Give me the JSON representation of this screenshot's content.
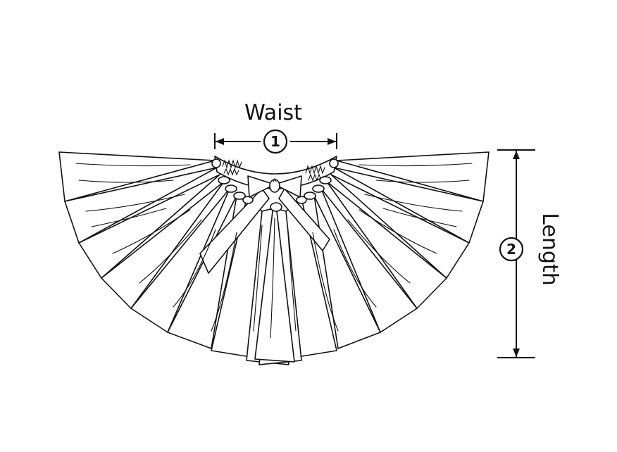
{
  "measurements": [
    {
      "number": "1",
      "label": "Waist"
    },
    {
      "number": "2",
      "label": "Length"
    }
  ]
}
